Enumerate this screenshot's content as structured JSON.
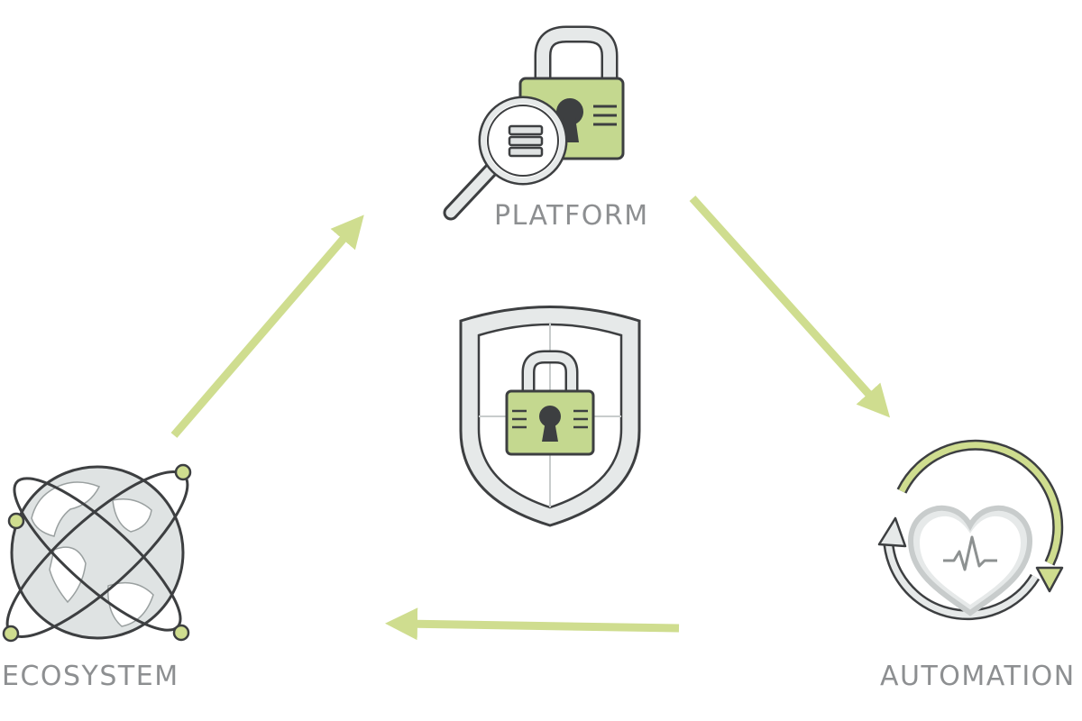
{
  "nodes": {
    "platform": {
      "label": "PLATFORM",
      "icon": "padlock-magnifier-icon"
    },
    "ecosystem": {
      "label": "ECOSYSTEM",
      "icon": "globe-orbit-icon"
    },
    "automation": {
      "label": "AUTOMATION",
      "icon": "heart-cycle-icon"
    },
    "center": {
      "icon": "shield-padlock-icon"
    }
  },
  "cycle": [
    "platform",
    "automation",
    "ecosystem"
  ],
  "colors": {
    "accent": "#cfdd8f",
    "lock_fill": "#c4d88f",
    "outline": "#3d3f41",
    "light_gray": "#e6e9e9",
    "mid_gray": "#c8cccc",
    "label": "#8d8f91"
  }
}
